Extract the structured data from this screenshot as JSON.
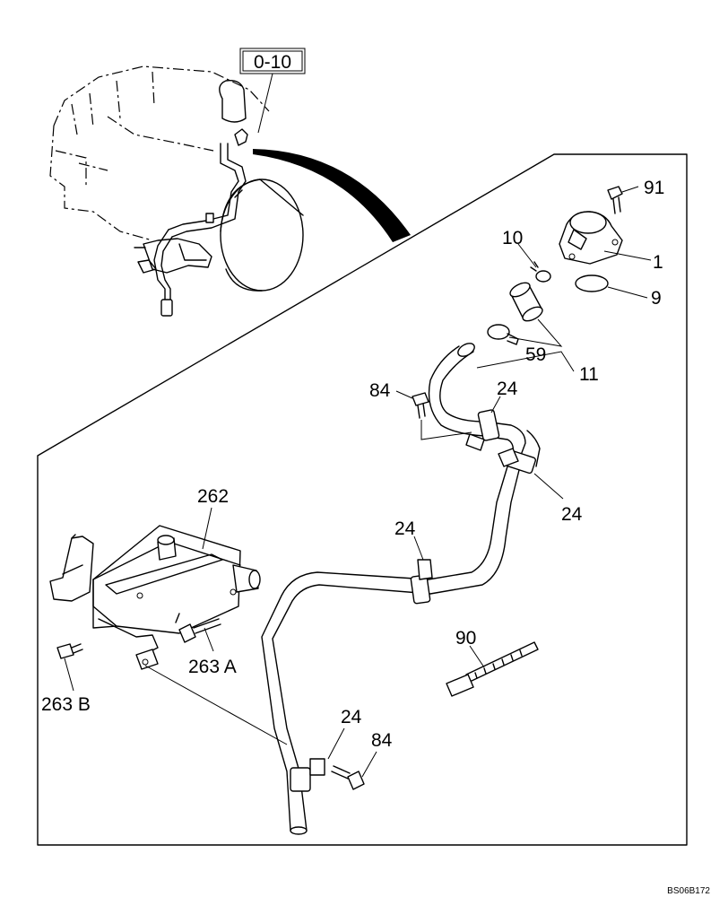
{
  "reference_box": "0-10",
  "drawing_code": "BS06B172",
  "callouts": {
    "p91": "91",
    "p10": "10",
    "p1": "1",
    "p9": "9",
    "p59": "59",
    "p11": "11",
    "p84_top": "84",
    "p24_a": "24",
    "p24_b": "24",
    "p24_c": "24",
    "p24_d": "24",
    "p262": "262",
    "p263a": "263 A",
    "p263b": "263 B",
    "p90": "90",
    "p84_bottom": "84"
  }
}
